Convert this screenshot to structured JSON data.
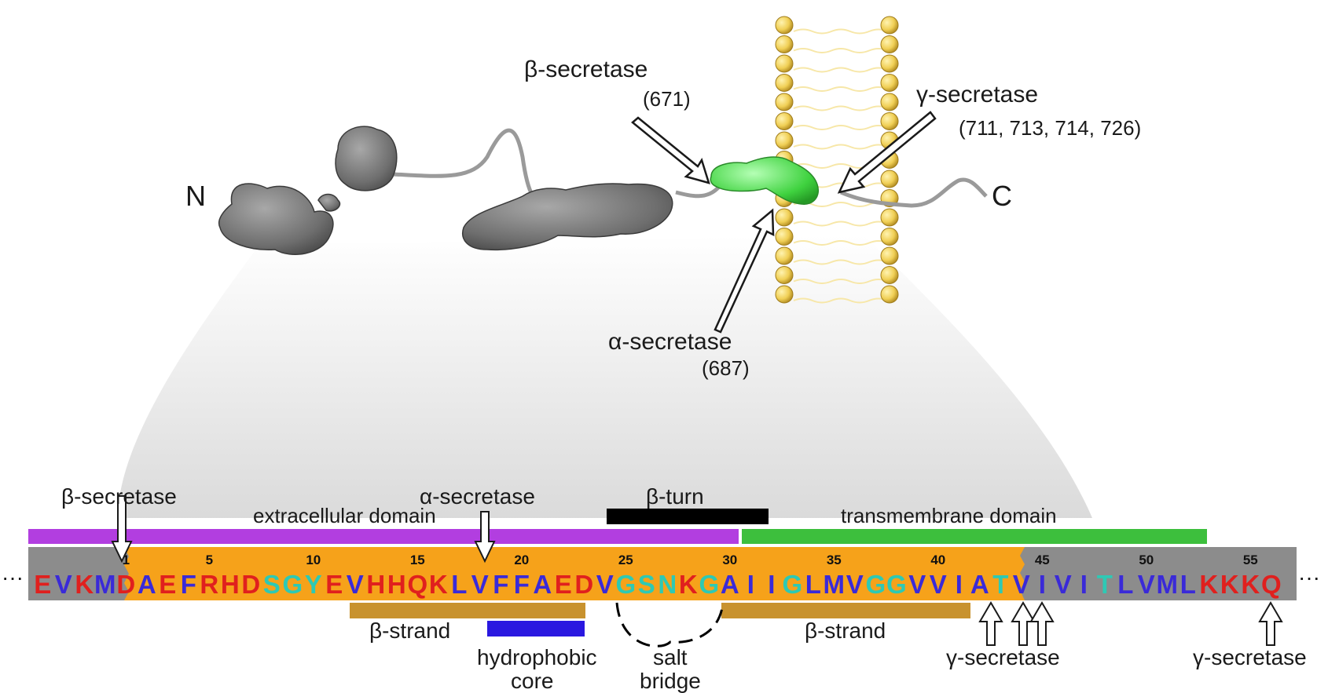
{
  "top": {
    "n_terminus": "N",
    "c_terminus": "C",
    "beta_secretase": {
      "name": "β-secretase",
      "site": "(671)"
    },
    "alpha_secretase": {
      "name": "α-secretase",
      "site": "(687)"
    },
    "gamma_secretase": {
      "name": "γ-secretase",
      "sites": "(711, 713, 714, 726)"
    }
  },
  "domains": {
    "extracellular": "extracellular domain",
    "transmembrane": "transmembrane domain",
    "beta_turn": "β-turn",
    "beta_strand_1": "β-strand",
    "beta_strand_2": "β-strand",
    "hydrophobic_core_line1": "hydrophobic",
    "hydrophobic_core_line2": "core",
    "salt_bridge_line1": "salt",
    "salt_bridge_line2": "bridge"
  },
  "cleavage": {
    "beta": "β-secretase",
    "alpha": "α-secretase",
    "gamma_1": "γ-secretase",
    "gamma_2": "γ-secretase"
  },
  "sequence": {
    "leading_dots": "···",
    "trailing_dots": "···",
    "residues": [
      {
        "aa": "E",
        "c": "red"
      },
      {
        "aa": "V",
        "c": "blue"
      },
      {
        "aa": "K",
        "c": "red"
      },
      {
        "aa": "M",
        "c": "blue"
      },
      {
        "aa": "D",
        "c": "red"
      },
      {
        "aa": "A",
        "c": "blue"
      },
      {
        "aa": "E",
        "c": "red"
      },
      {
        "aa": "F",
        "c": "blue"
      },
      {
        "aa": "R",
        "c": "red"
      },
      {
        "aa": "H",
        "c": "red"
      },
      {
        "aa": "D",
        "c": "red"
      },
      {
        "aa": "S",
        "c": "cyan"
      },
      {
        "aa": "G",
        "c": "cyan"
      },
      {
        "aa": "Y",
        "c": "cyan"
      },
      {
        "aa": "E",
        "c": "red"
      },
      {
        "aa": "V",
        "c": "blue"
      },
      {
        "aa": "H",
        "c": "red"
      },
      {
        "aa": "H",
        "c": "red"
      },
      {
        "aa": "Q",
        "c": "red"
      },
      {
        "aa": "K",
        "c": "red"
      },
      {
        "aa": "L",
        "c": "blue"
      },
      {
        "aa": "V",
        "c": "blue"
      },
      {
        "aa": "F",
        "c": "blue"
      },
      {
        "aa": "F",
        "c": "blue"
      },
      {
        "aa": "A",
        "c": "blue"
      },
      {
        "aa": "E",
        "c": "red"
      },
      {
        "aa": "D",
        "c": "red"
      },
      {
        "aa": "V",
        "c": "blue"
      },
      {
        "aa": "G",
        "c": "cyan"
      },
      {
        "aa": "S",
        "c": "cyan"
      },
      {
        "aa": "N",
        "c": "cyan"
      },
      {
        "aa": "K",
        "c": "red"
      },
      {
        "aa": "G",
        "c": "cyan"
      },
      {
        "aa": "A",
        "c": "blue"
      },
      {
        "aa": "I",
        "c": "blue"
      },
      {
        "aa": "I",
        "c": "blue"
      },
      {
        "aa": "G",
        "c": "cyan"
      },
      {
        "aa": "L",
        "c": "blue"
      },
      {
        "aa": "M",
        "c": "blue"
      },
      {
        "aa": "V",
        "c": "blue"
      },
      {
        "aa": "G",
        "c": "cyan"
      },
      {
        "aa": "G",
        "c": "cyan"
      },
      {
        "aa": "V",
        "c": "blue"
      },
      {
        "aa": "V",
        "c": "blue"
      },
      {
        "aa": "I",
        "c": "blue"
      },
      {
        "aa": "A",
        "c": "blue"
      },
      {
        "aa": "T",
        "c": "cyan"
      },
      {
        "aa": "V",
        "c": "blue"
      },
      {
        "aa": "I",
        "c": "blue"
      },
      {
        "aa": "V",
        "c": "blue"
      },
      {
        "aa": "I",
        "c": "blue"
      },
      {
        "aa": "T",
        "c": "cyan"
      },
      {
        "aa": "L",
        "c": "blue"
      },
      {
        "aa": "V",
        "c": "blue"
      },
      {
        "aa": "M",
        "c": "blue"
      },
      {
        "aa": "L",
        "c": "blue"
      },
      {
        "aa": "K",
        "c": "red"
      },
      {
        "aa": "K",
        "c": "red"
      },
      {
        "aa": "K",
        "c": "red"
      },
      {
        "aa": "Q",
        "c": "red"
      }
    ],
    "numbers": [
      {
        "label": "1",
        "at": 4
      },
      {
        "label": "5",
        "at": 8
      },
      {
        "label": "10",
        "at": 13
      },
      {
        "label": "15",
        "at": 18
      },
      {
        "label": "20",
        "at": 23
      },
      {
        "label": "25",
        "at": 28
      },
      {
        "label": "30",
        "at": 33
      },
      {
        "label": "35",
        "at": 38
      },
      {
        "label": "40",
        "at": 43
      },
      {
        "label": "45",
        "at": 48
      },
      {
        "label": "50",
        "at": 53
      },
      {
        "label": "55",
        "at": 58
      }
    ]
  },
  "colors": {
    "red": "#e0201e",
    "blue": "#3a2ad8",
    "cyan": "#2ec9b4",
    "orange": "#f6a21a",
    "gray_bar": "#8c8c8c",
    "purple": "#b23ee0",
    "green": "#3dbf3d",
    "strand": "#c8922e",
    "core": "#2a18e0",
    "turn": "#000000",
    "protein": "#777777",
    "helix_green": "#4fe04f",
    "lipid": "#f3d458"
  }
}
